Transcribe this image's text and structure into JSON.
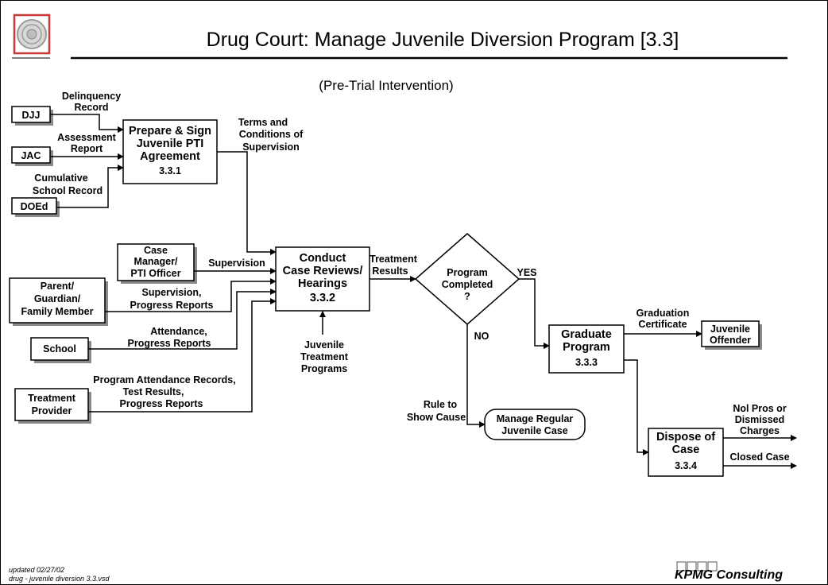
{
  "header": {
    "title": "Drug Court:  Manage Juvenile Diversion Program [3.3]",
    "subtitle": "(Pre-Trial Intervention)"
  },
  "external_entities": {
    "djj": "DJJ",
    "jac": "JAC",
    "doed": "DOEd",
    "case_manager": [
      "Case",
      "Manager/",
      "PTI Officer"
    ],
    "parent": [
      "Parent/",
      "Guardian/",
      "Family Member"
    ],
    "school": "School",
    "treatment_provider": [
      "Treatment",
      "Provider"
    ],
    "juvenile_offender": [
      "Juvenile",
      "Offender"
    ]
  },
  "processes": {
    "p331": [
      "Prepare & Sign",
      "Juvenile PTI",
      "Agreement",
      "3.3.1"
    ],
    "p332": [
      "Conduct",
      "Case Reviews/",
      "Hearings",
      "3.3.2"
    ],
    "p333": [
      "Graduate",
      "Program",
      "3.3.3"
    ],
    "p334": [
      "Dispose of",
      "Case",
      "3.3.4"
    ],
    "manage_regular": [
      "Manage Regular",
      "Juvenile Case"
    ]
  },
  "decision": [
    "Program",
    "Completed",
    "?"
  ],
  "flows": {
    "delinquency": [
      "Delinquency",
      "Record"
    ],
    "assessment": [
      "Assessment",
      "Report"
    ],
    "cumulative": [
      "Cumulative",
      "School Record"
    ],
    "terms": [
      "Terms and",
      "Conditions of",
      "Supervision"
    ],
    "supervision": "Supervision",
    "supervision_progress": [
      "Supervision,",
      "Progress Reports"
    ],
    "attendance": [
      "Attendance,",
      "Progress Reports"
    ],
    "program_attendance": [
      "Program Attendance Records,",
      "Test Results,",
      "Progress Reports"
    ],
    "juvenile_programs": [
      "Juvenile",
      "Treatment",
      "Programs"
    ],
    "treatment_results": [
      "Treatment",
      "Results"
    ],
    "yes": "YES",
    "no": "NO",
    "rule_to_show_cause": [
      "Rule to",
      "Show Cause"
    ],
    "graduation_certificate": [
      "Graduation",
      "Certificate"
    ],
    "nol_pros": [
      "Nol Pros or",
      "Dismissed",
      "Charges"
    ],
    "closed_case": "Closed Case"
  },
  "footer": {
    "updated": "updated 02/27/02",
    "file": "drug - juvenile diversion 3.3.vsd",
    "brand": "KPMG Consulting"
  },
  "colors": {
    "shadow": "#8a8a8a",
    "seal_red": "#c83a3a",
    "seal_gray": "#9a9a9a",
    "seal_fill": "#d8d8d8"
  }
}
